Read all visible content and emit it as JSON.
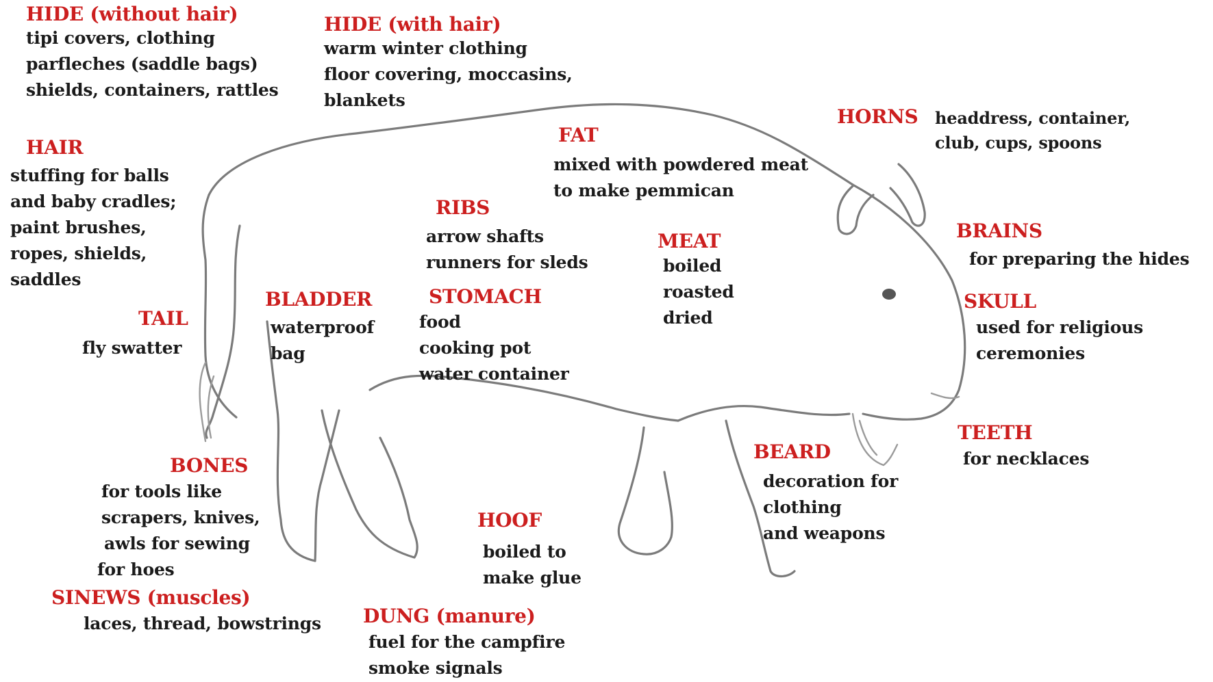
{
  "parts": {
    "hide_without_hair": {
      "title": "HIDE (without hair)",
      "lines": [
        "tipi covers, clothing",
        "parfleches (saddle bags)",
        "shields, containers, rattles"
      ]
    },
    "hide_with_hair": {
      "title": "HIDE (with hair)",
      "lines": [
        "warm winter clothing",
        "floor covering, moccasins,",
        "blankets"
      ]
    },
    "horns": {
      "title": "HORNS",
      "lines": [
        "headdress, container,",
        "club, cups, spoons"
      ]
    },
    "hair": {
      "title": "HAIR",
      "lines": [
        "stuffing for balls",
        "and baby cradles;",
        "paint brushes,",
        "ropes, shields,",
        "saddles"
      ]
    },
    "fat": {
      "title": "FAT",
      "lines": [
        "mixed with powdered meat",
        "to make pemmican"
      ]
    },
    "ribs": {
      "title": "RIBS",
      "lines": [
        "arrow shafts",
        "runners for sleds"
      ]
    },
    "brains": {
      "title": "BRAINS",
      "lines": [
        "for preparing the hides"
      ]
    },
    "meat": {
      "title": "MEAT",
      "lines": [
        "boiled",
        "roasted",
        "dried"
      ]
    },
    "bladder": {
      "title": "BLADDER",
      "lines": [
        "waterproof",
        "bag"
      ]
    },
    "stomach": {
      "title": "STOMACH",
      "lines": [
        "food",
        "cooking pot",
        "water container"
      ]
    },
    "skull": {
      "title": "SKULL",
      "lines": [
        "used for religious",
        "ceremonies"
      ]
    },
    "tail": {
      "title": "TAIL",
      "lines": [
        "fly swatter"
      ]
    },
    "teeth": {
      "title": "TEETH",
      "lines": [
        "for necklaces"
      ]
    },
    "beard": {
      "title": "BEARD",
      "lines": [
        "decoration for",
        "clothing",
        "and weapons"
      ]
    },
    "bones": {
      "title": "BONES",
      "lines": [
        "for tools like",
        "scrapers, knives,",
        "awls for sewing",
        "for hoes"
      ]
    },
    "hoof": {
      "title": "HOOF",
      "lines": [
        "boiled to",
        "make glue"
      ]
    },
    "sinews": {
      "title": "SINEWS (muscles)",
      "lines": [
        "laces, thread, bowstrings"
      ]
    },
    "dung": {
      "title": "DUNG (manure)",
      "lines": [
        "fuel for the campfire",
        "smoke signals"
      ]
    }
  },
  "colors": {
    "label_red": "#cc1f1f",
    "text_black": "#1b1b1b",
    "sketch_gray": "#7b7b7b"
  }
}
